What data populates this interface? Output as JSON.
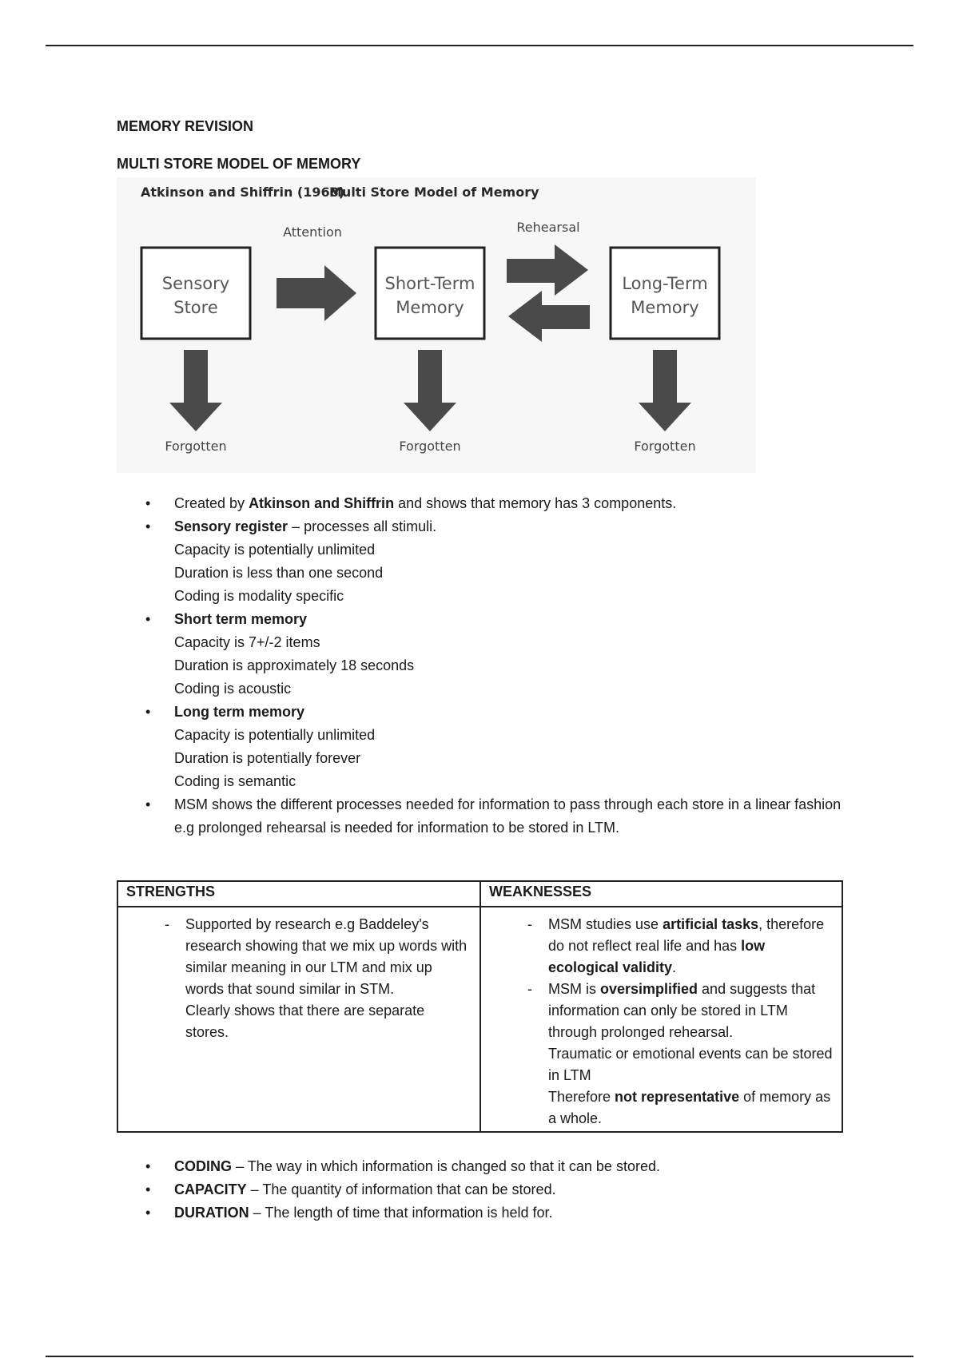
{
  "title": "MEMORY REVISION",
  "subtitle": "MULTI STORE MODEL OF MEMORY",
  "diagram": {
    "heading_authors": "Atkinson and Shiffrin (1968)",
    "heading_model": "Multi Store Model of Memory",
    "attention_label": "Attention",
    "rehearsal_label": "Rehearsal",
    "sensory_line1": "Sensory",
    "sensory_line2": "Store",
    "stm_line1": "Short-Term",
    "stm_line2": "Memory",
    "ltm_line1": "Long-Term",
    "ltm_line2": "Memory",
    "forgotten": "Forgotten",
    "arrow_color": "#4a4a4a"
  },
  "bullets": {
    "b1_pre": "Created by ",
    "b1_bold": "Atkinson and Shiffrin",
    "b1_post": " and shows that memory has 3 components.",
    "b2_bold": "Sensory register",
    "b2_post": " – processes all stimuli.",
    "b2_l1": "Capacity is potentially unlimited",
    "b2_l2": "Duration is less than one second",
    "b2_l3": "Coding is modality specific",
    "b3_bold": "Short term memory",
    "b3_l1": "Capacity is 7+/-2 items",
    "b3_l2": "Duration is approximately 18 seconds",
    "b3_l3": "Coding is acoustic",
    "b4_bold": "Long term memory",
    "b4_l1": "Capacity is potentially unlimited",
    "b4_l2": "Duration is potentially forever",
    "b4_l3": "Coding is semantic",
    "b5": "MSM shows the different processes needed for information to pass through each store in a linear fashion e.g prolonged rehearsal is needed for information to be stored in LTM."
  },
  "table": {
    "strengths_header": "STRENGTHS",
    "weaknesses_header": "WEAKNESSES",
    "s1": "Supported by research e.g Baddeley's research showing that we mix up words with similar meaning in our LTM and mix up words that sound similar in STM.",
    "s2": "Clearly shows that there are separate stores.",
    "w1_pre": "MSM studies use ",
    "w1_bold1": "artificial tasks",
    "w1_mid": ", therefore do not reflect real life and has ",
    "w1_bold2": "low ecological validity",
    "w1_end": ".",
    "w2_pre": "MSM is ",
    "w2_bold": "oversimplified",
    "w2_post": " and suggests that information can only be stored in LTM through prolonged rehearsal.",
    "w2_cont1": "Traumatic or emotional events can be stored in LTM",
    "w2_cont2_pre": "Therefore ",
    "w2_cont2_bold": "not representative",
    "w2_cont2_post": " of memory as a whole."
  },
  "definitions": {
    "coding_term": "CODING",
    "coding_def": " – The way in which information is changed so that it can be stored.",
    "capacity_term": "CAPACITY",
    "capacity_def": " – The quantity of information that can be stored.",
    "duration_term": "DURATION",
    "duration_def": " – The length of time that information is held for."
  }
}
